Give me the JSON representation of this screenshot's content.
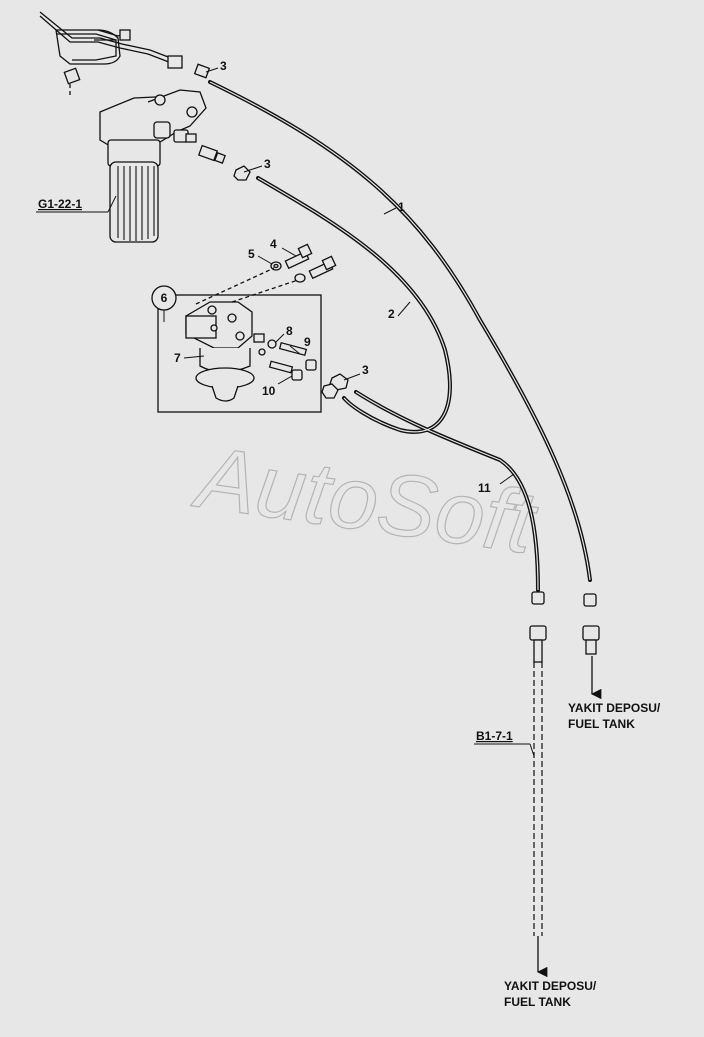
{
  "watermark": "AutoSoft",
  "references": {
    "filter_ref": "G1-22-1",
    "line_ref": "B1-7-1"
  },
  "part_labels": {
    "p1": "1",
    "p2": "2",
    "p3a": "3",
    "p3b": "3",
    "p3c": "3",
    "p4": "4",
    "p5": "5",
    "p6": "6",
    "p7": "7",
    "p8": "8",
    "p9": "9",
    "p10": "10",
    "p11": "11"
  },
  "destinations": {
    "tank_a_line1": "YAKIT DEPOSU/",
    "tank_a_line2": "FUEL TANK",
    "tank_b_line1": "YAKIT DEPOSU/",
    "tank_b_line2": "FUEL TANK"
  },
  "colors": {
    "background": "#e7e7e7",
    "line": "#111111",
    "watermark": "#b4b4b4"
  }
}
